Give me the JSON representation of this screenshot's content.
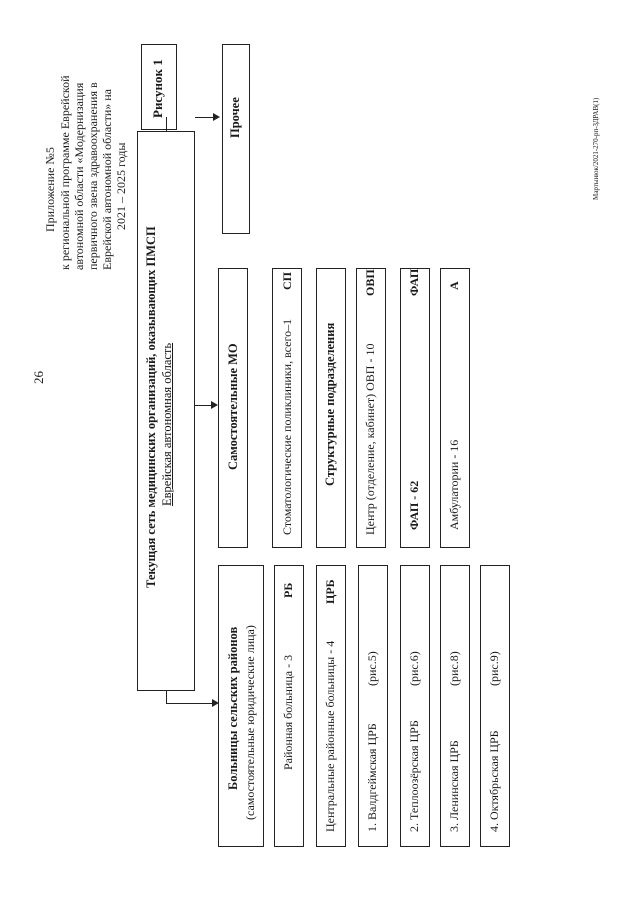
{
  "page_number": "26",
  "header": {
    "line1": "Приложение №5",
    "line2": "к региональной программе Еврейской",
    "line3": "автономной области «Модернизация",
    "line4": "первичного звена здравоохранения в",
    "line5": "Еврейской автономной области» на",
    "line6": "2021 – 2025 годы"
  },
  "figure_label": "Рисунок 1",
  "main_box": {
    "line1": "Текущая сеть медицинских организаций, оказывающих ПМСП",
    "line2": "Еврейская автономная область"
  },
  "other_box": "Прочее",
  "self_mo": "Самостоятельные МО",
  "dental": {
    "label": "Стоматологические поликлиники, всего–1",
    "code": "СП"
  },
  "structural": "Структурные подразделения",
  "center_ovp": {
    "label": "Центр (отделение, кабинет) ОВП - 10",
    "code": "ОВП"
  },
  "fap": {
    "label": "ФАП - 62",
    "code": "ФАП"
  },
  "ambulatory": {
    "label": "Амбулатории - 16",
    "code": "А"
  },
  "rural": {
    "title": "Больницы сельских районов",
    "subtitle": "(самостоятельные юридические лица)"
  },
  "district_hospital": {
    "label": "Районная больница - 3",
    "code": "РБ"
  },
  "central_hospitals": {
    "label": "Центральные районные больницы - 4",
    "code": "ЦРБ"
  },
  "crb_list": [
    {
      "name": "1. Валдгеймская ЦРБ",
      "ref": "(рис.5)"
    },
    {
      "name": "2. Теплоозёрская ЦРБ",
      "ref": "(рис.6)"
    },
    {
      "name": "3. Ленинская ЦРБ",
      "ref": "(рис.8)"
    },
    {
      "name": "4. Октябрьская ЦРБ",
      "ref": "(рис.9)"
    }
  ],
  "footer_code": "Мартынюк/2021-270-рп-ЗДРАВ(1)"
}
